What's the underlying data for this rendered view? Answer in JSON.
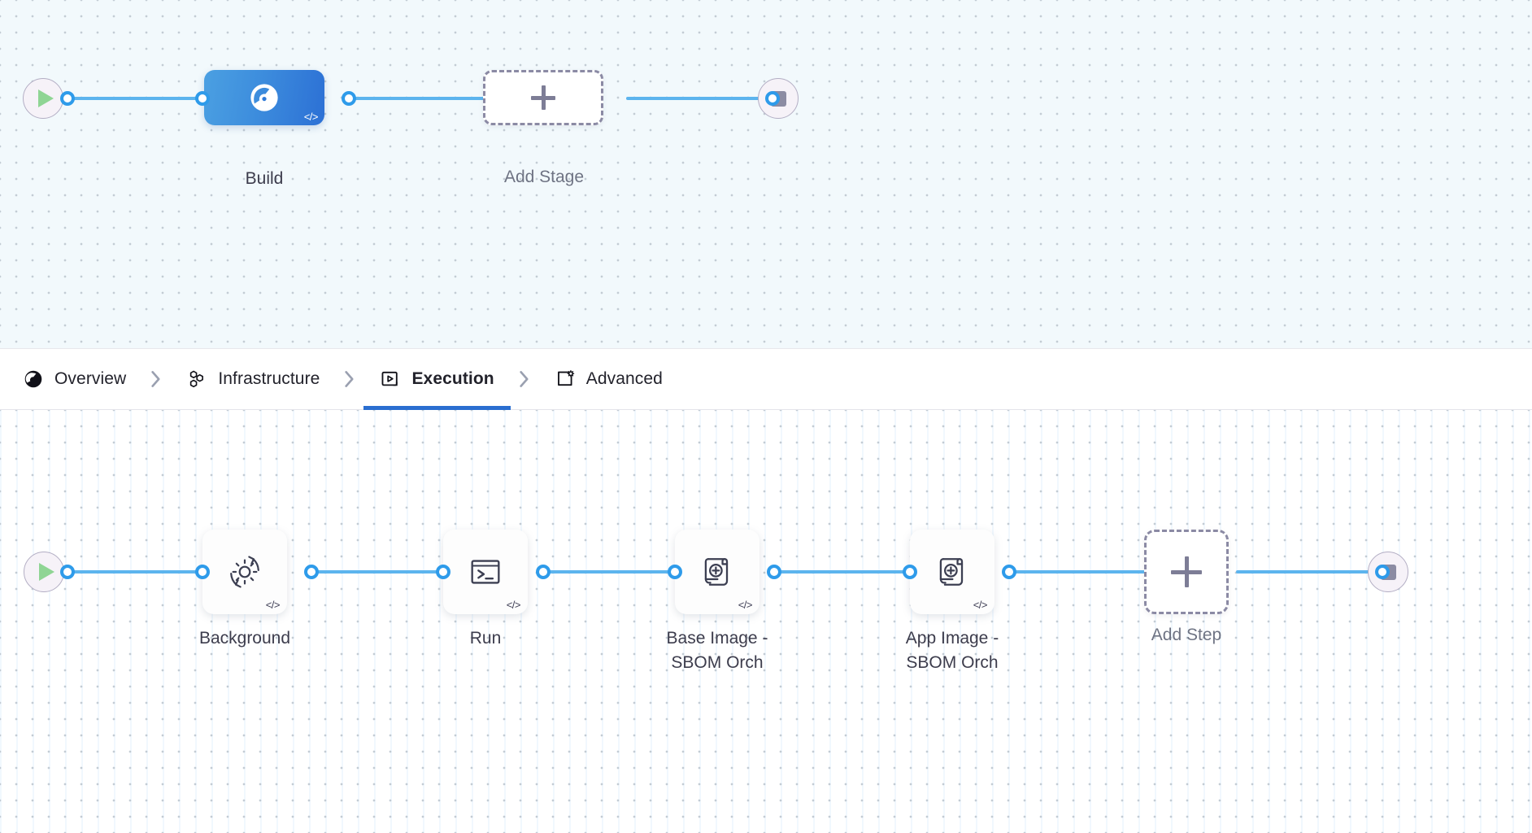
{
  "stages_canvas": {
    "start_node": {
      "icon": "play-icon",
      "name": "pipeline-start"
    },
    "end_node": {
      "icon": "stop-icon",
      "name": "pipeline-end"
    },
    "stages": [
      {
        "label": "Build",
        "icon": "harness-stage-icon",
        "badge": "</>",
        "selected": true
      },
      {
        "label": "Add Stage",
        "icon": "plus-icon",
        "add": true
      }
    ]
  },
  "tabs": {
    "items": [
      {
        "label": "Overview",
        "icon": "overview-pie-icon",
        "active": false
      },
      {
        "label": "Infrastructure",
        "icon": "hexagon-cluster-icon",
        "active": false
      },
      {
        "label": "Execution",
        "icon": "execution-play-box-icon",
        "active": true
      },
      {
        "label": "Advanced",
        "icon": "advanced-gear-card-icon",
        "active": false
      }
    ],
    "separator_icon": "chevron-right-icon",
    "active_underline_color": "#2a6ed0"
  },
  "steps_canvas": {
    "start_node": {
      "icon": "play-icon",
      "name": "execution-start"
    },
    "end_node": {
      "icon": "stop-icon",
      "name": "execution-end"
    },
    "steps": [
      {
        "label": "Background",
        "icon": "gear-refresh-icon",
        "badge": "</>"
      },
      {
        "label": "Run",
        "icon": "terminal-icon",
        "badge": "</>"
      },
      {
        "label": "Base Image -\nSBOM Orch",
        "icon": "scroll-plus-icon",
        "badge": "</>"
      },
      {
        "label": "App Image -\nSBOM Orch",
        "icon": "scroll-plus-icon",
        "badge": "</>"
      },
      {
        "label": "Add Step",
        "icon": "plus-icon",
        "add": true
      }
    ]
  },
  "colors": {
    "edge": "#5cb4ee",
    "port_border": "#2e9bea",
    "stage_gradient_from": "#4ba0e2",
    "stage_gradient_to": "#2c70d5",
    "play_green": "#8fd594",
    "stop_grey": "#8c8ca3",
    "dashed_border": "#8b8aa4",
    "canvas_top_bg": "#f2f9fc",
    "canvas_bottom_bg": "#ffffff"
  }
}
